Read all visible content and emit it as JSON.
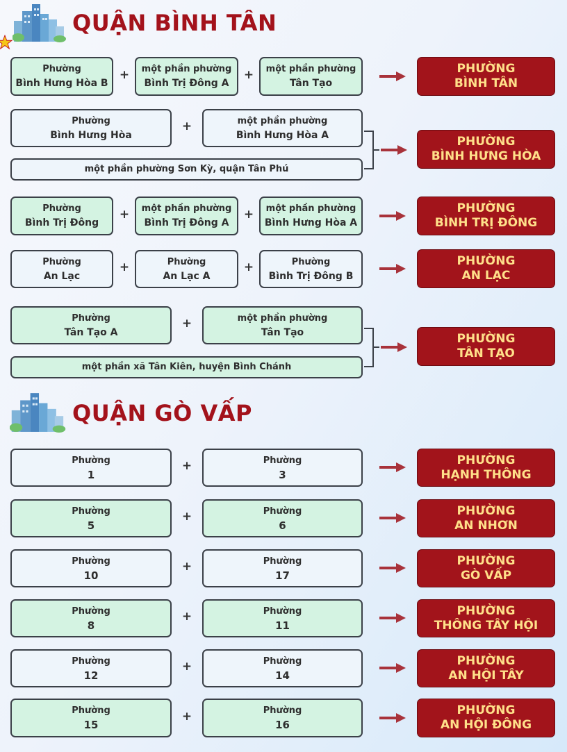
{
  "district1": {
    "title": "QUẬN BÌNH TÂN",
    "groups": [
      {
        "parts": [
          {
            "l1": "Phường",
            "l2": "Bình Hưng Hòa B"
          },
          {
            "l1": "một phần phường",
            "l2": "Bình Trị Đông A"
          },
          {
            "l1": "một phần phường",
            "l2": "Tân Tạo"
          }
        ],
        "result": {
          "l1": "PHƯỜNG",
          "l2": "BÌNH TÂN"
        }
      },
      {
        "parts": [
          {
            "l1": "Phường",
            "l2": "Bình Hưng Hòa"
          },
          {
            "l1": "một phần phường",
            "l2": "Bình Hưng Hòa A"
          }
        ],
        "extra": "một phần phường Sơn Kỳ, quận Tân Phú",
        "result": {
          "l1": "PHƯỜNG",
          "l2": "BÌNH HƯNG HÒA"
        }
      },
      {
        "parts": [
          {
            "l1": "Phường",
            "l2": "Bình Trị Đông"
          },
          {
            "l1": "một phần phường",
            "l2": "Bình Trị Đông A"
          },
          {
            "l1": "một phần phường",
            "l2": "Bình Hưng Hòa A"
          }
        ],
        "result": {
          "l1": "PHƯỜNG",
          "l2": "BÌNH TRỊ ĐÔNG"
        }
      },
      {
        "parts": [
          {
            "l1": "Phường",
            "l2": "An Lạc"
          },
          {
            "l1": "Phường",
            "l2": "An Lạc A"
          },
          {
            "l1": "Phường",
            "l2": "Bình Trị Đông B"
          }
        ],
        "result": {
          "l1": "PHƯỜNG",
          "l2": "AN LẠC"
        }
      },
      {
        "parts": [
          {
            "l1": "Phường",
            "l2": "Tân Tạo A"
          },
          {
            "l1": "một phần phường",
            "l2": "Tân Tạo"
          }
        ],
        "extra": "một phần xã Tân Kiên, huyện Bình Chánh",
        "result": {
          "l1": "PHƯỜNG",
          "l2": "TÂN TẠO"
        }
      }
    ]
  },
  "district2": {
    "title": "QUẬN GÒ VẤP",
    "groups": [
      {
        "parts": [
          {
            "l1": "Phường",
            "l2": "1"
          },
          {
            "l1": "Phường",
            "l2": "3"
          }
        ],
        "result": {
          "l1": "PHƯỜNG",
          "l2": "HẠNH THÔNG"
        }
      },
      {
        "parts": [
          {
            "l1": "Phường",
            "l2": "5"
          },
          {
            "l1": "Phường",
            "l2": "6"
          }
        ],
        "result": {
          "l1": "PHƯỜNG",
          "l2": "AN NHƠN"
        }
      },
      {
        "parts": [
          {
            "l1": "Phường",
            "l2": "10"
          },
          {
            "l1": "Phường",
            "l2": "17"
          }
        ],
        "result": {
          "l1": "PHƯỜNG",
          "l2": "GÒ VẤP"
        }
      },
      {
        "parts": [
          {
            "l1": "Phường",
            "l2": "8"
          },
          {
            "l1": "Phường",
            "l2": "11"
          }
        ],
        "result": {
          "l1": "PHƯỜNG",
          "l2": "THÔNG TÂY HỘI"
        }
      },
      {
        "parts": [
          {
            "l1": "Phường",
            "l2": "12"
          },
          {
            "l1": "Phường",
            "l2": "14"
          }
        ],
        "result": {
          "l1": "PHƯỜNG",
          "l2": "AN HỘI TÂY"
        }
      },
      {
        "parts": [
          {
            "l1": "Phường",
            "l2": "15"
          },
          {
            "l1": "Phường",
            "l2": "16"
          }
        ],
        "result": {
          "l1": "PHƯỜNG",
          "l2": "AN HỘI ĐÔNG"
        }
      }
    ]
  },
  "plus_symbol": "+",
  "colors": {
    "title_red": "#a3121b",
    "result_bg": "#a2141b",
    "result_text": "#ffe08a",
    "green_box": "#d4f3e2",
    "white_box": "#eef5fb",
    "arrow": "#a8323a"
  },
  "icons": [
    "city-buildings-icon",
    "star-icon",
    "arrow-right-icon"
  ]
}
